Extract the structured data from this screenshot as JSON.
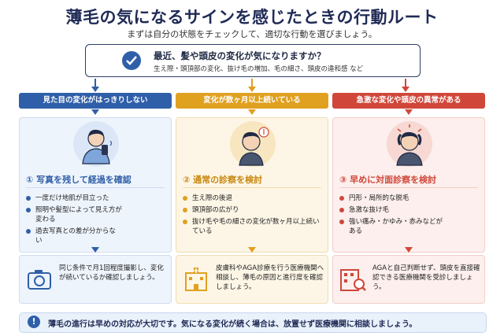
{
  "title": "薄毛の気になるサインを感じたときの行動ルート",
  "subtitle": "まずは自分の状態をチェックして、適切な行動を選びましょう。",
  "question": {
    "heading": "最近、髪や頭皮の変化が気になりますか？",
    "examples": "生え際・頭頂部の変化、抜け毛の増加、毛の細さ、頭皮の違和感 など"
  },
  "routes": [
    {
      "pill": "見た目の変化がはっきりしない",
      "section": "① 写真を残して経過を確認",
      "bullets": [
        "一度だけ地肌が目立った",
        "照明や髪型によって見え方が変わる",
        "過去写真との差が分からない"
      ],
      "bottom": "同じ条件で月1回程度撮影し、変化が続いているか確認しましょう。",
      "avatar_icon": "person-with-phone-icon",
      "bottom_icon": "camera-icon",
      "accent": "#2f5fa8"
    },
    {
      "pill": "変化が数ヶ月以上続いている",
      "section": "② 通常の診察を検討",
      "bullets": [
        "生え際の後退",
        "頭頂部の広がり",
        "抜け毛や毛の細さの変化が数ヶ月以上続いている"
      ],
      "bottom": "皮膚科やAGA診療を行う医療機関へ相談し、薄毛の原因と進行度を確認しましょう。",
      "avatar_icon": "worried-man-icon",
      "bottom_icon": "hospital-icon",
      "accent": "#e0a020"
    },
    {
      "pill": "急激な変化や頭皮の異常がある",
      "section": "③ 早めに対面診察を検討",
      "bullets": [
        "円形・局所的な脱毛",
        "急激な抜け毛",
        "強い痛み・かゆみ・赤みなどがある"
      ],
      "bottom": "AGAと自己判断せず、頭皮を直接確認できる医療機関を受診しましょう。",
      "avatar_icon": "headache-man-icon",
      "bottom_icon": "clinic-search-icon",
      "accent": "#d0473a"
    }
  ],
  "footer": "薄毛の進行は早めの対応が大切です。気になる変化が続く場合は、放置せず医療機関に相談しましょう。"
}
